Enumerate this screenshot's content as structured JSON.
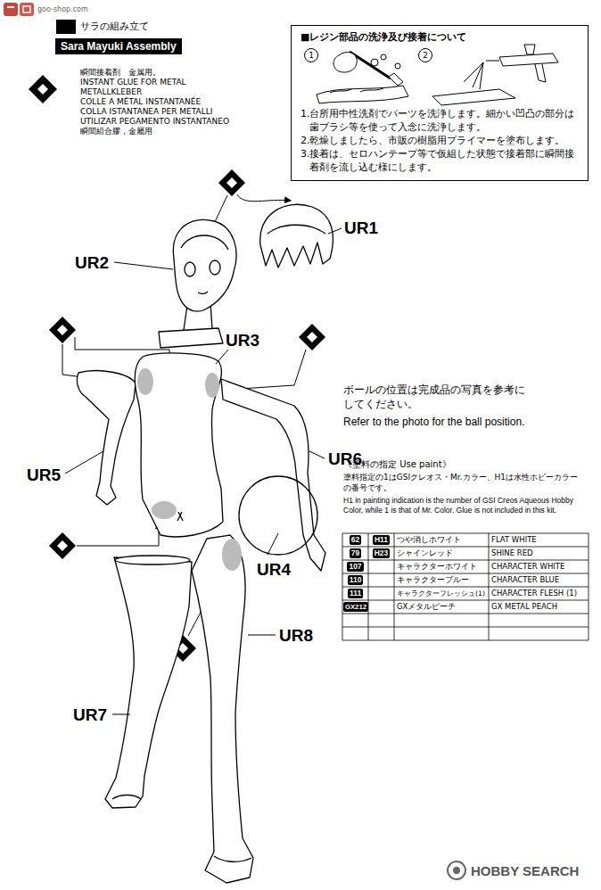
{
  "diagram": {
    "nodes": [
      {
        "text": [
          "サラの組み立て",
          "Sara Mayuki Assembly"
        ]
      },
      {
        "text": [
          "■レジン部品の洗浄及び接着について",
          "1",
          "2",
          "1.台所用中性洗剤でパーツを洗浄します。細かい凹凸の部分は歯ブラシ等を使って入念に洗浄します。",
          "2.乾燥しましたら、市販の樹脂用プライマーを塗布します。",
          "3.接着は、セロハンテープ等で仮組した状態で接着部に瞬間接着剤を流し込む様にします。"
        ]
      }
    ],
    "labels": [
      "goo-shop.com",
      "瞬間接着剤　金属用。",
      "INSTANT GLUE FOR METAL",
      "METALLKLEBER",
      "COLLE A MÉTAL INSTANTANÉE",
      "COLLA ISTANTANEA PER METALLI",
      "UTILIZAR PEGAMENTO INSTANTANEO",
      "瞬間組合膠，金屬用",
      "UR1",
      "UR2",
      "UR3",
      "ボールの位置は完成品の写真を参考にしてください。",
      "Refer to the photo for the ball position.",
      "UR6",
      "UR5",
      "《塗料の指定 Use paint》",
      "塗料指定の1はGSIクレオス・Mr.カラー、H1は水性ホビーカラーの番号です。",
      "H1 in painting indication is the number of GSI Creos Aqueous Hobby Color, while 1 is that of Mr. Color. Glue is not included in this kit.",
      "62",
      "H11",
      "つや消しホワイト",
      "FLAT WHITE",
      "79",
      "H23",
      "シャインレッド",
      "SHINE RED",
      "107",
      "キャラクターホワイト",
      "CHARACTER WHITE",
      "110",
      "キャラクターブルー",
      "CHARACTER BLUE",
      "111",
      "キャラクターフレッシュ(1)",
      "CHARACTER FLESH (1)",
      "GX212",
      "GXメタルピーチ",
      "GX METAL PEACH",
      "UR4",
      "UR8",
      "UR7",
      "HOBBY SEARCH"
    ]
  }
}
